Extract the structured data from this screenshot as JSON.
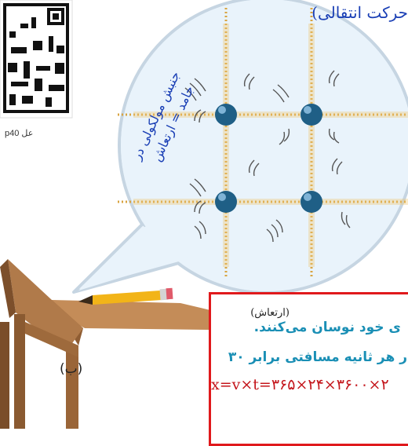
{
  "qr_caption": "p40 عل",
  "header_label": "حرکت انتقالی)",
  "annotation": {
    "line1": "جنبش مولکولی در",
    "line2": "جامد = ارتعاش"
  },
  "figure_label": "(ب)",
  "notes": {
    "caption": "(ارتعاش)",
    "line1": "ی خود نوسان می‌کنند.",
    "line2": "ر هر ثانیه مسافتی برابر ۳۰",
    "formula": "x=v×t=۳۶۵×۲۴×۳۶۰۰×۲"
  },
  "colors": {
    "annotation_blue": "#1a3fb5",
    "note_blue": "#1a8fb5",
    "box_red": "#e0191c",
    "molecule": "#1f5f86",
    "spring": "#d9a441",
    "desk": "#b07a4a"
  }
}
